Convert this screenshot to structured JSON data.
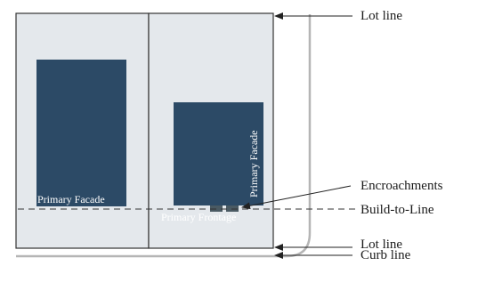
{
  "colors": {
    "lot_fill": "#e4e8ec",
    "building_fill": "#2c4a66",
    "encroachment_fill": "#4a5a63",
    "line": "#333333",
    "curb": "#b5b5b5",
    "label_light": "#ffffff",
    "label_dark": "#ffffff"
  },
  "labels": {
    "lot_line_top": "Lot line",
    "encroachments": "Encroachments",
    "build_to_line": "Build-to-Line",
    "lot_line_bottom": "Lot line",
    "curb_line": "Curb line",
    "primary_facade_left": "Primary Facade",
    "primary_facade_right": "Primary Facade",
    "primary_frontage": "Primary Frontage"
  }
}
